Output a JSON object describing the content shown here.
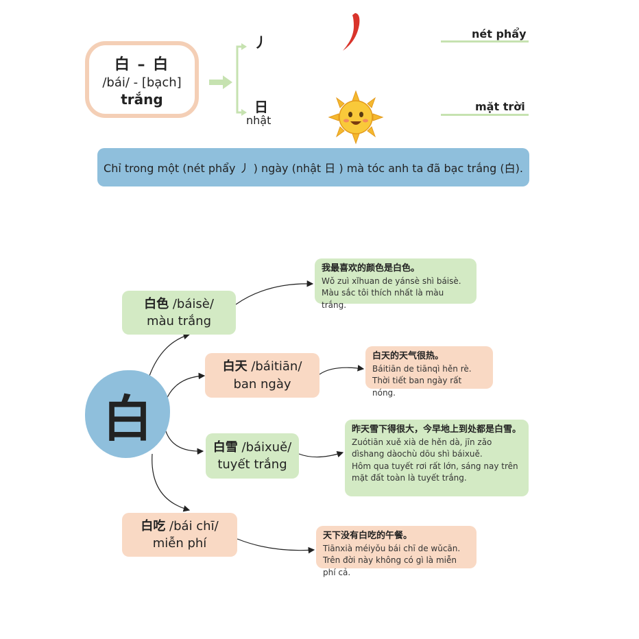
{
  "main": {
    "hanzi": "白 – 白",
    "pronunciation": "/bái/ - [bạch]",
    "meaning": "trắng"
  },
  "components": [
    {
      "char": "丿",
      "label": "nét phẩy",
      "extra": ""
    },
    {
      "char": "日",
      "label": "mặt trời",
      "extra": "nhật"
    }
  ],
  "sentence": "Chỉ trong một (nét phẩy 丿 ) ngày (nhật 日 ) mà tóc anh ta đã bạc trắng (白).",
  "center_char": "白",
  "words": [
    {
      "hanzi": "白色",
      "pinyin": "/báisè/",
      "meaning": "màu trắng",
      "example": {
        "zh": "我最喜欢的颜色是白色。",
        "py": "Wǒ zuì xǐhuan de yánsè shì báisè.",
        "vi": "Màu sắc tôi thích nhất là màu trắng."
      }
    },
    {
      "hanzi": "白天",
      "pinyin": "/báitiān/",
      "meaning": "ban ngày",
      "example": {
        "zh": "白天的天气很热。",
        "py": "Báitiān de tiānqì hěn rè.",
        "vi": "Thời tiết ban ngày rất nóng."
      }
    },
    {
      "hanzi": "白雪",
      "pinyin": "/báixuě/",
      "meaning": "tuyết trắng",
      "example": {
        "zh": "昨天雪下得很大，今早地上到处都是白雪。",
        "py": "Zuótiān xuě xià de hěn dà, jīn zǎo dìshang dàochù dōu shì báixuě.",
        "vi": "Hôm qua tuyết rơi rất lớn, sáng nay trên mặt đất toàn là tuyết trắng."
      }
    },
    {
      "hanzi": "白吃",
      "pinyin": "/bái chī/",
      "meaning": "miễn phí",
      "example": {
        "zh": "天下没有白吃的午餐。",
        "py": "Tiānxià méiyǒu bái chī de wǔcān.",
        "vi": "Trên đời này không có gì là miễn phí cả."
      }
    }
  ],
  "colors": {
    "blue": "#8fbfdc",
    "green": "#d3eac4",
    "peach": "#f9d9c4",
    "red": "#d9342b",
    "sun": "#f5b82e"
  },
  "icons": [
    "red-stroke-icon",
    "sun-icon",
    "arrow-right-icon"
  ]
}
